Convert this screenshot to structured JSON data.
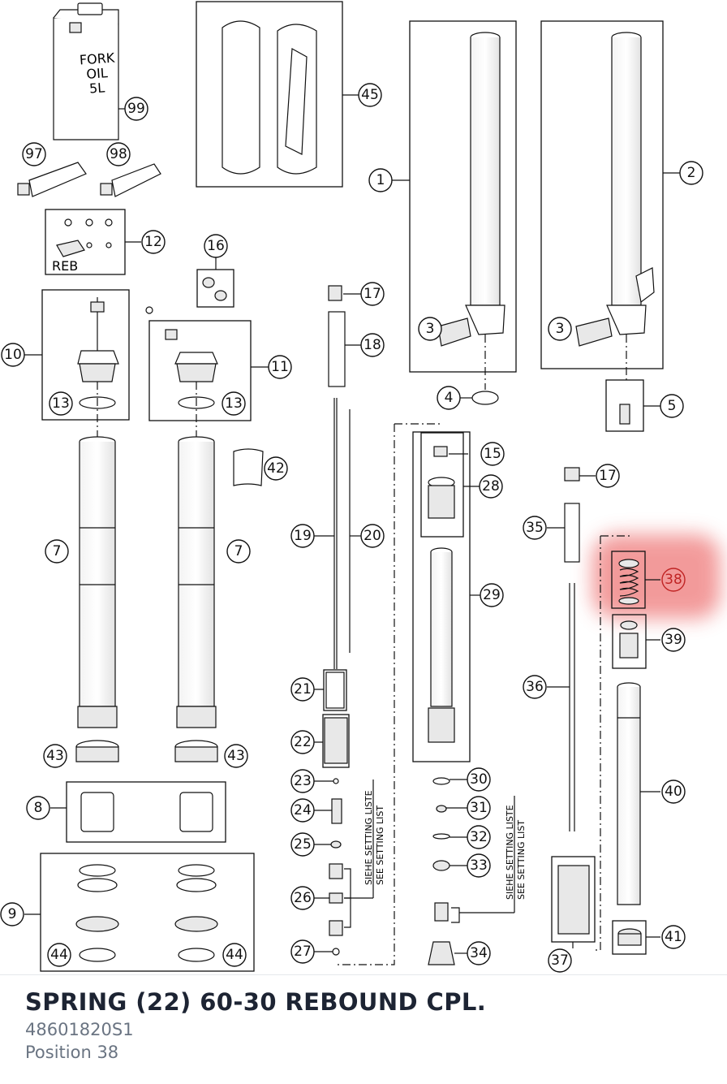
{
  "diagram": {
    "callouts": [
      "1",
      "2",
      "3",
      "3",
      "4",
      "5",
      "7",
      "7",
      "8",
      "9",
      "10",
      "11",
      "12",
      "13",
      "13",
      "15",
      "16",
      "17",
      "17",
      "18",
      "19",
      "20",
      "21",
      "22",
      "23",
      "24",
      "25",
      "26",
      "27",
      "28",
      "29",
      "30",
      "31",
      "32",
      "33",
      "34",
      "35",
      "36",
      "37",
      "38",
      "39",
      "40",
      "41",
      "42",
      "43",
      "43",
      "44",
      "44",
      "45",
      "97",
      "98",
      "99"
    ],
    "highlighted_callout": "38",
    "oil_can_label": [
      "FORK",
      "OIL",
      "5L"
    ],
    "reb_label": "REB",
    "setting_list_left": [
      "SIEHE SETTING LISTE",
      "SEE SETTING LIST"
    ],
    "setting_list_right": [
      "SIEHE SETTING LISTE",
      "SEE SETTING LIST"
    ],
    "highlight_color": "#e84848"
  },
  "part": {
    "title": "SPRING (22) 60-30 REBOUND CPL.",
    "number": "48601820S1",
    "position": "Position 38"
  }
}
